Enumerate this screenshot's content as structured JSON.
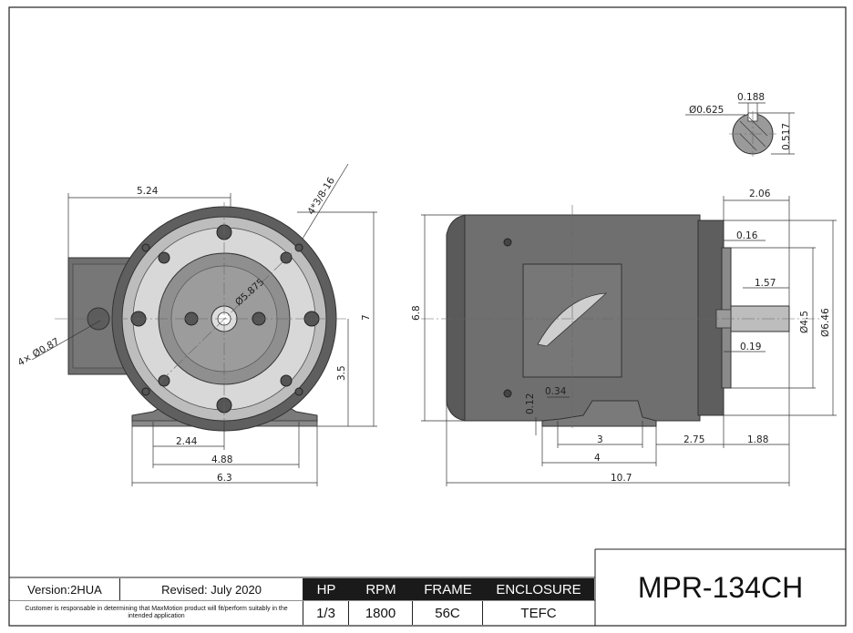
{
  "front_view": {
    "dim_width_top": "5.24",
    "dim_bolt_note": "4*3/8-16",
    "dim_bolt_circle": "Ø5.875",
    "dim_hole_note": "4× Ø0.87",
    "dim_height": "7",
    "dim_center_height": "3.5",
    "dim_base_half": "2.44",
    "dim_base_holes": "4.88",
    "dim_base_width": "6.3"
  },
  "side_view": {
    "dim_height": "6.8",
    "dim_shaft_ext": "2.06",
    "dim_pilot_depth": "0.16",
    "dim_key_length": "1.57",
    "dim_pilot_dia": "Ø4.5",
    "dim_face_dia": "Ø6.46",
    "dim_shaft_gap": "0.19",
    "dim_foot_thick": "0.12",
    "dim_foot_slot": "0.34",
    "dim_foot_holes": "3",
    "dim_foot_length": "4",
    "dim_foot_to_face": "2.75",
    "dim_shaft_len": "1.88",
    "dim_overall_length": "10.7"
  },
  "shaft_detail": {
    "dim_shaft_dia": "Ø0.625",
    "dim_key_width": "0.188",
    "dim_key_height": "0.517"
  },
  "title_block": {
    "version": "Version:2HUA",
    "revised": "Revised: July 2020",
    "disclaimer": "Customer is responsable in determining that MaxMotion product will fit/perform suitably in the intended application",
    "headers": [
      "HP",
      "RPM",
      "FRAME",
      "ENCLOSURE"
    ],
    "values": [
      "1/3",
      "1800",
      "56C",
      "TEFC"
    ],
    "model": "MPR-134CH"
  },
  "colors": {
    "body": "#6f6f6f",
    "body_dark": "#555555",
    "face_light": "#cfcfcf",
    "face_mid": "#9a9a9a",
    "header_bg": "#1a1a1a"
  }
}
